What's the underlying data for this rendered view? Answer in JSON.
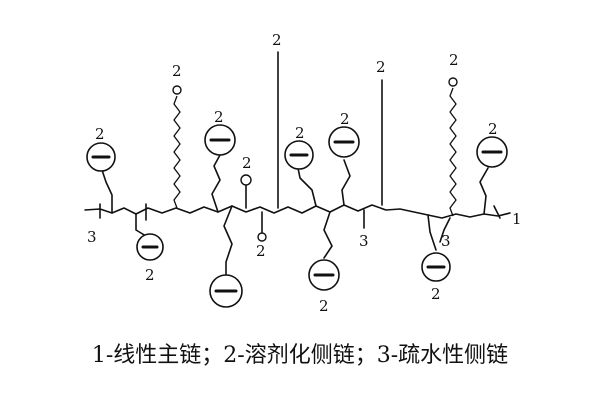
{
  "labels": {
    "backbone": "1",
    "solvated": "2",
    "hydrophobic": "3"
  },
  "caption": "1-线性主链；2-溶剂化侧链；3-疏水性侧链"
}
